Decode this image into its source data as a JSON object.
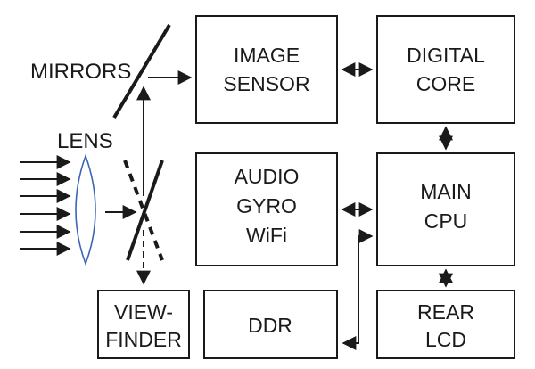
{
  "colors": {
    "line": "#1a1a1a",
    "lens": "#3a66b5",
    "background": "#ffffff"
  },
  "labels": {
    "mirrors": "MIRRORS",
    "lens": "LENS"
  },
  "blocks": {
    "image_sensor": [
      "IMAGE",
      "SENSOR"
    ],
    "digital_core": [
      "DIGITAL",
      "CORE"
    ],
    "audio_gyro_wifi": [
      "AUDIO",
      "GYRO",
      "WiFi"
    ],
    "main_cpu": [
      "MAIN",
      "CPU"
    ],
    "viewfinder": [
      "VIEW-",
      "FINDER"
    ],
    "ddr": [
      "DDR"
    ],
    "rear_lcd": [
      "REAR",
      "LCD"
    ]
  },
  "connections": [
    {
      "from": "light-in",
      "to": "lens",
      "style": "arrow"
    },
    {
      "from": "lens",
      "to": "mirrors",
      "style": "arrow"
    },
    {
      "from": "mirrors",
      "to": "image_sensor",
      "style": "arrow"
    },
    {
      "from": "mirrors",
      "to": "viewfinder",
      "style": "dashed-arrow"
    },
    {
      "from": "image_sensor",
      "to": "digital_core",
      "style": "bidirectional"
    },
    {
      "from": "digital_core",
      "to": "main_cpu",
      "style": "bidirectional"
    },
    {
      "from": "audio_gyro_wifi",
      "to": "main_cpu",
      "style": "bidirectional"
    },
    {
      "from": "main_cpu",
      "to": "rear_lcd",
      "style": "bidirectional"
    },
    {
      "from": "main_cpu",
      "to": "ddr",
      "style": "bidirectional"
    }
  ]
}
